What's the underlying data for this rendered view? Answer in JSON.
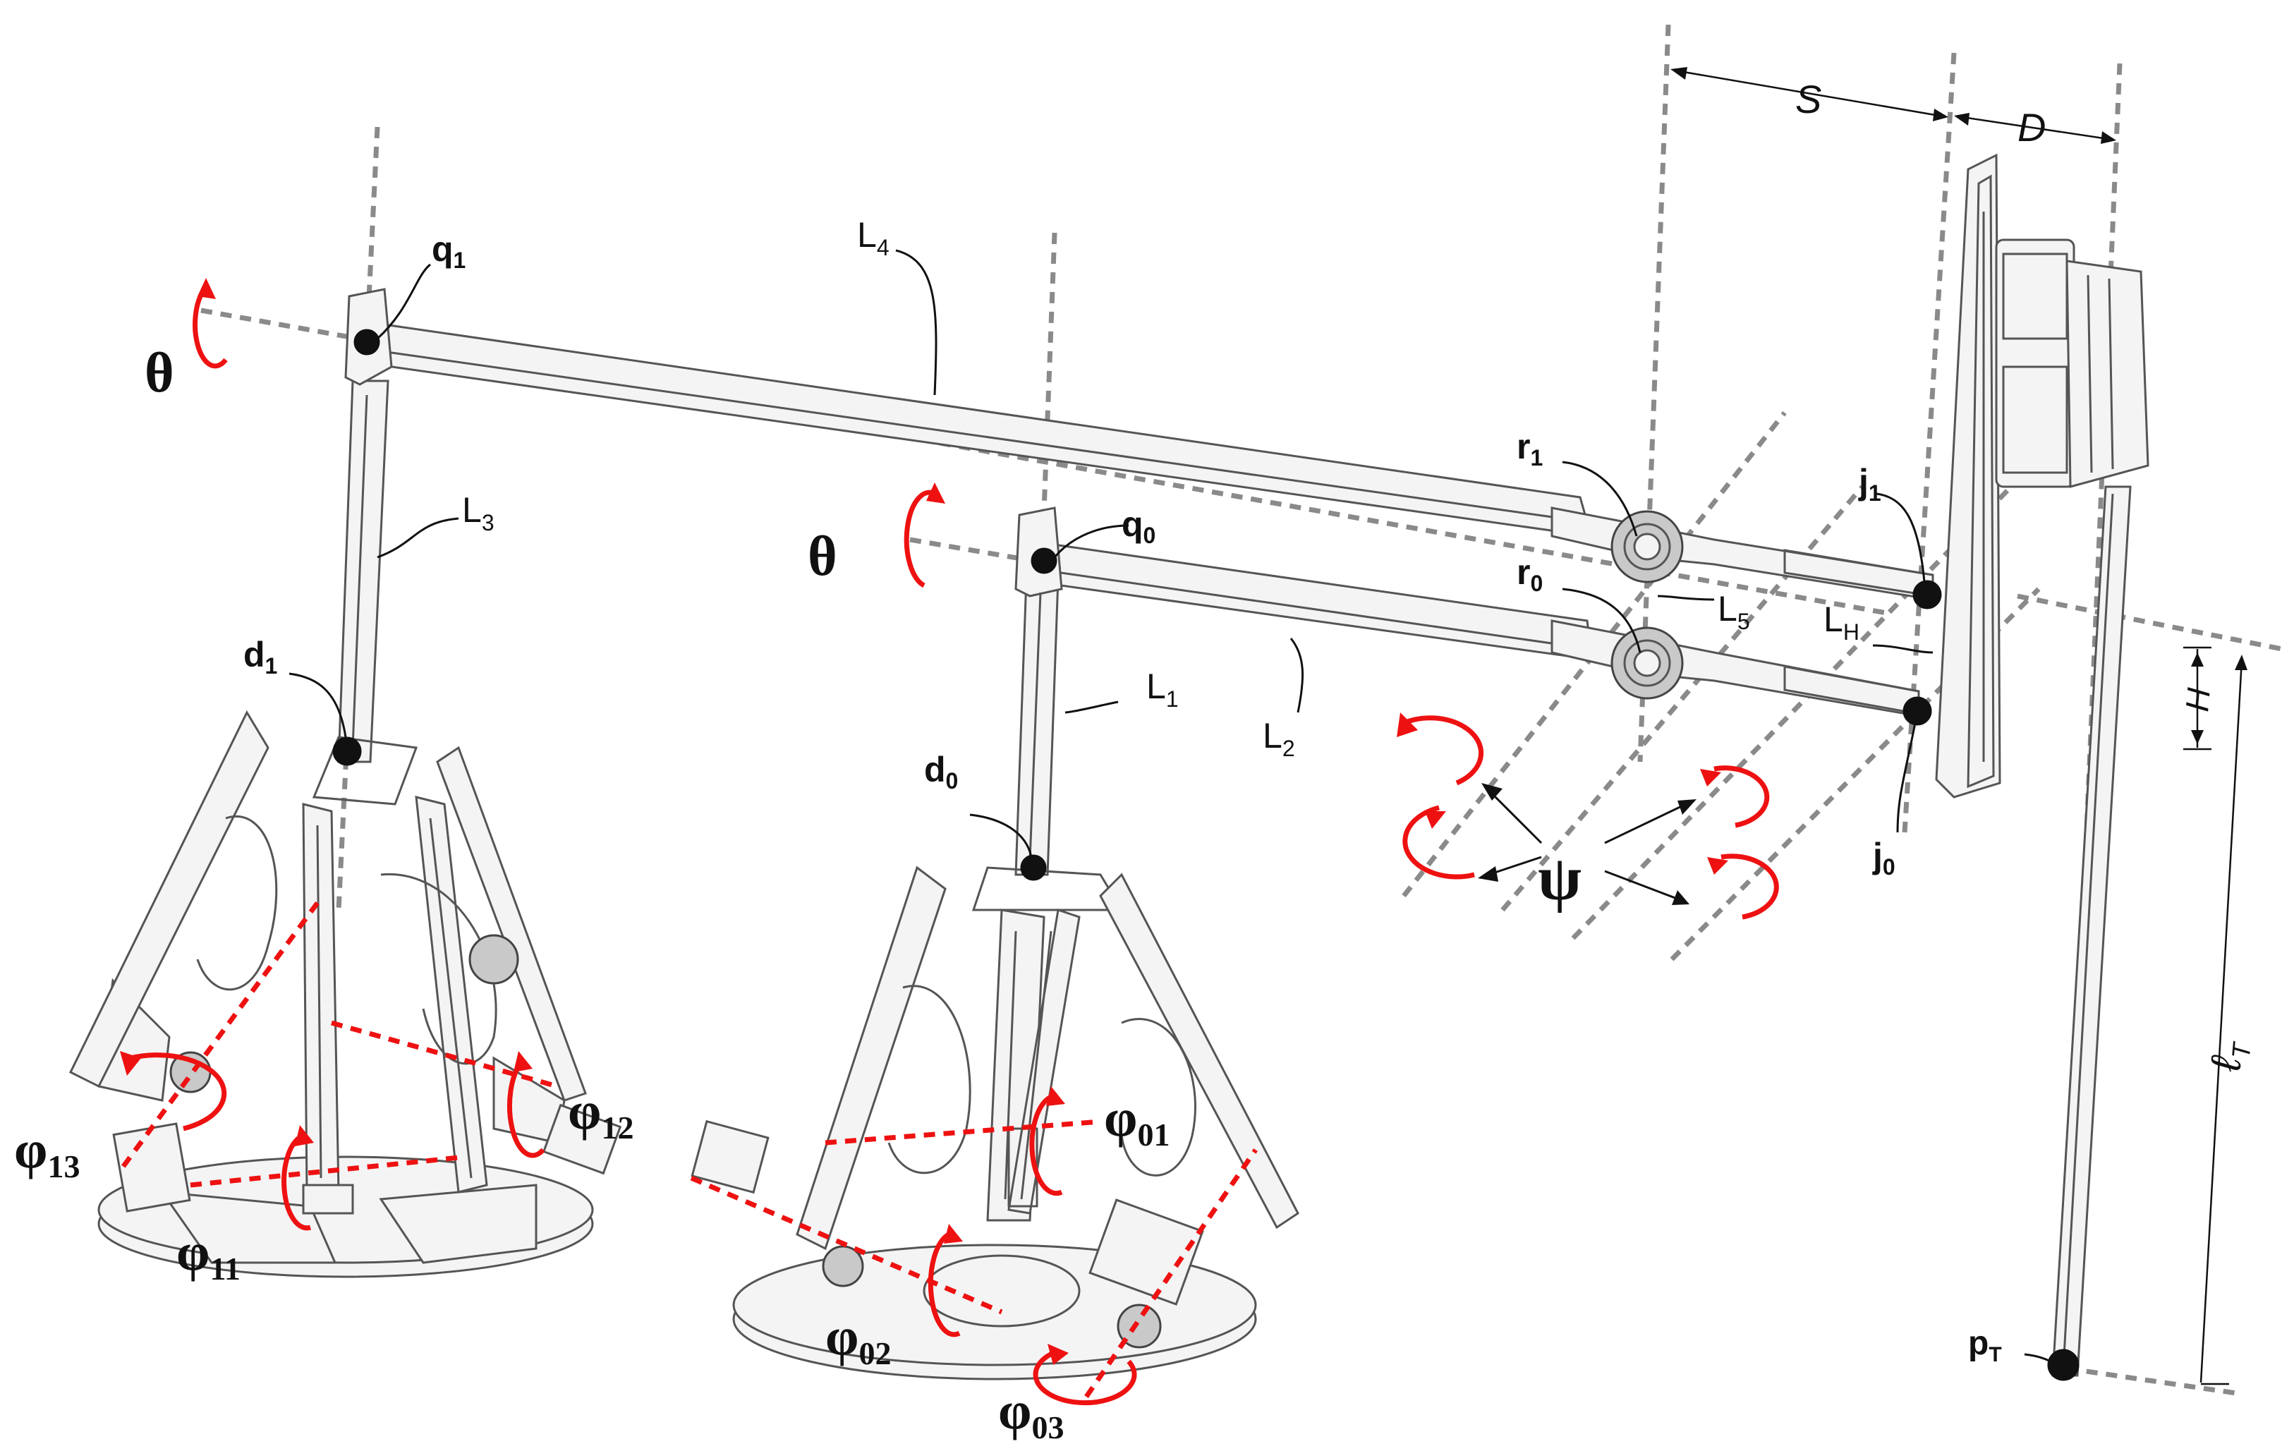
{
  "labels": {
    "q1": {
      "main": "q",
      "sub": "1"
    },
    "q0": {
      "main": "q",
      "sub": "0"
    },
    "d1": {
      "main": "d",
      "sub": "1"
    },
    "d0": {
      "main": "d",
      "sub": "0"
    },
    "r1": {
      "main": "r",
      "sub": "1"
    },
    "r0": {
      "main": "r",
      "sub": "0"
    },
    "j1": {
      "main": "j",
      "sub": "1"
    },
    "j0": {
      "main": "j",
      "sub": "0"
    },
    "pT": {
      "main": "p",
      "sub": "T"
    },
    "L1": {
      "main": "L",
      "sub": "1"
    },
    "L2": {
      "main": "L",
      "sub": "2"
    },
    "L3": {
      "main": "L",
      "sub": "3"
    },
    "L4": {
      "main": "L",
      "sub": "4"
    },
    "L5": {
      "main": "L",
      "sub": "5"
    },
    "LH": {
      "main": "L",
      "sub": "H"
    },
    "theta_left": "θ",
    "theta_mid": "θ",
    "psi": "ψ",
    "S": "S",
    "D": "D",
    "H": "H",
    "lT": {
      "main": "ℓ",
      "sub": "T"
    },
    "phi13": {
      "main": "φ",
      "sub": "13"
    },
    "phi12": {
      "main": "φ",
      "sub": "12"
    },
    "phi11": {
      "main": "φ",
      "sub": "11"
    },
    "phi01": {
      "main": "φ",
      "sub": "01"
    },
    "phi02": {
      "main": "φ",
      "sub": "02"
    },
    "phi03": {
      "main": "φ",
      "sub": "03"
    }
  },
  "colors": {
    "rotation_marks": "#e11111",
    "axes": "#8a8a8a",
    "structure": "#555555",
    "labels": "#111111"
  }
}
